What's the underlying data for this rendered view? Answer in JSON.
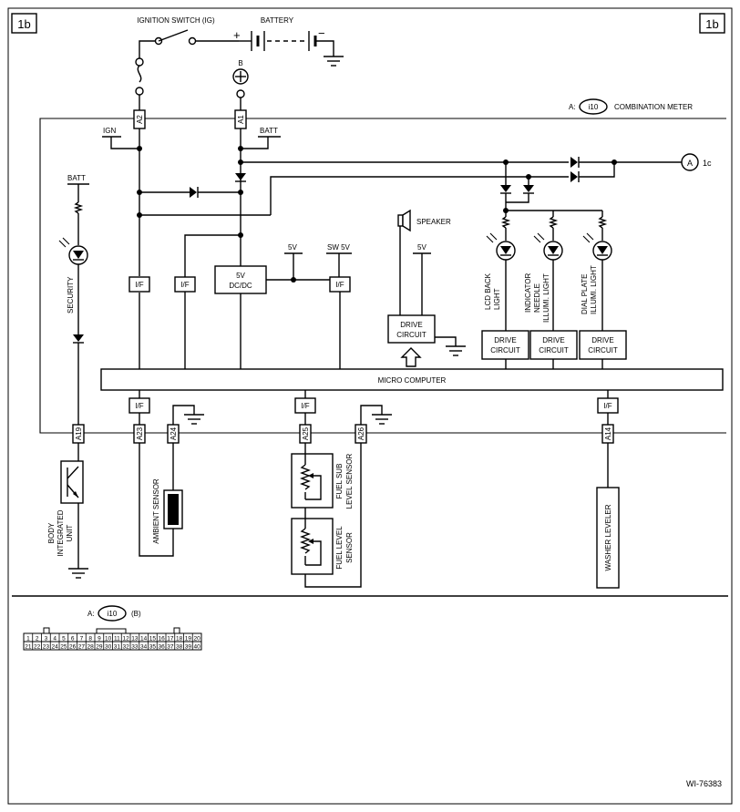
{
  "page": {
    "corner_left": "1b",
    "corner_right": "1b",
    "drawing_id": "WI-76383"
  },
  "header": {
    "ignition_switch": "IGNITION SWITCH (IG)",
    "battery": "BATTERY",
    "b_terminal": "B",
    "meter_prefix": "A:",
    "meter_code": "i10",
    "meter_name": "COMBINATION METER",
    "offpage_letter": "A",
    "offpage_ref": "1c"
  },
  "labels": {
    "ign": "IGN",
    "batt": "BATT",
    "if": "I/F",
    "five_v": "5V",
    "sw5v": "SW 5V",
    "dcdc_line1": "5V",
    "dcdc_line2": "DC/DC",
    "speaker": "SPEAKER",
    "drive1": "DRIVE",
    "drive2": "CIRCUIT",
    "micro": "MICRO COMPUTER",
    "security": "SECURITY",
    "lcd_back_light": [
      "LCD BACK",
      "LIGHT"
    ],
    "indicator_needle": [
      "INDICATOR",
      "NEEDLE",
      "ILLUMI. LIGHT"
    ],
    "dial_plate": [
      "DIAL PLATE",
      "ILLUMI. LIGHT"
    ],
    "body_unit": [
      "BODY",
      "INTEGRATED",
      "UNIT"
    ],
    "ambient_sensor": "AMBIENT SENSOR",
    "fuel_sub": [
      "FUEL SUB",
      "LEVEL SENSOR"
    ],
    "fuel_level": [
      "FUEL LEVEL",
      "SENSOR"
    ],
    "washer_leveler": "WASHER LEVELER"
  },
  "terminals": {
    "a1": "A1",
    "a2": "A2",
    "a19": "A19",
    "a23": "A23",
    "a24": "A24",
    "a25": "A25",
    "a26": "A26",
    "a14": "A14"
  },
  "connector": {
    "prefix": "A:",
    "code": "i10",
    "color": "(B)",
    "top_row": [
      "1",
      "2",
      "3",
      "4",
      "5",
      "6",
      "7",
      "8",
      "9",
      "10",
      "11",
      "12",
      "13",
      "14",
      "15",
      "16",
      "17",
      "18",
      "19",
      "20"
    ],
    "bottom_row": [
      "21",
      "22",
      "23",
      "24",
      "25",
      "26",
      "27",
      "28",
      "29",
      "30",
      "31",
      "32",
      "33",
      "34",
      "35",
      "36",
      "37",
      "38",
      "39",
      "40"
    ]
  }
}
